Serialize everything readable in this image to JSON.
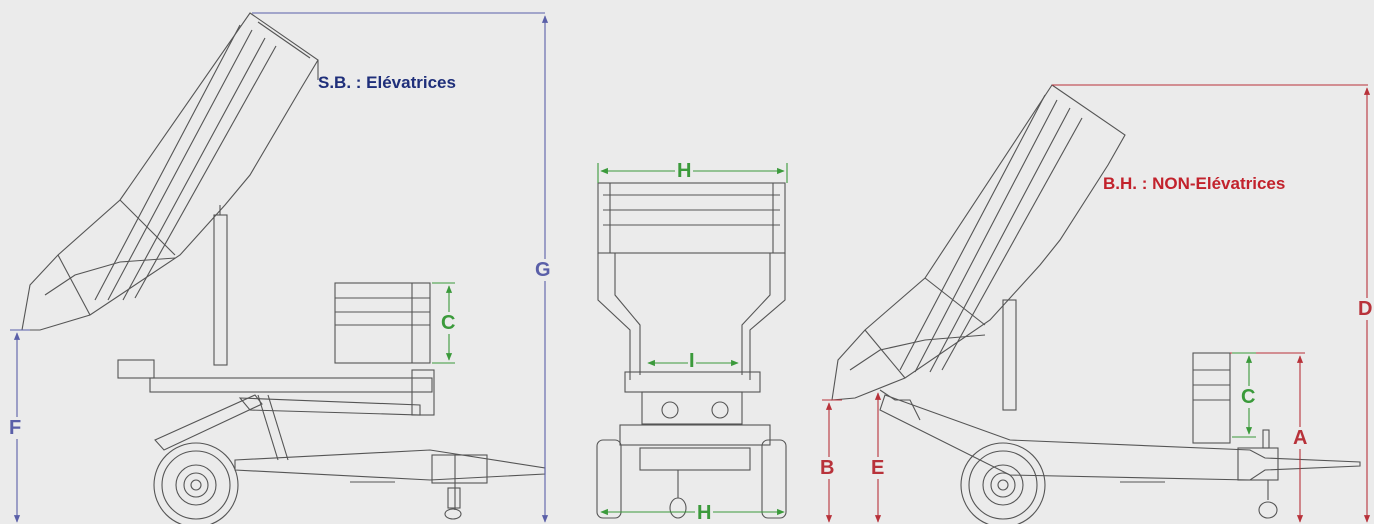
{
  "titles": {
    "left": "S.B. : Elévatrices",
    "right": "B.H. : NON-Elévatrices"
  },
  "labels": {
    "G": "G",
    "F": "F",
    "C_left": "C",
    "H_top": "H",
    "I": "I",
    "H_bottom": "H",
    "D": "D",
    "C_right": "C",
    "A": "A",
    "B": "B",
    "E": "E"
  },
  "colors": {
    "background": "#ebebeb",
    "line_art": "#555555",
    "blue": "#5a5fa8",
    "blue_title": "#1f2f7a",
    "green": "#3b9a3b",
    "red": "#b8323a"
  }
}
